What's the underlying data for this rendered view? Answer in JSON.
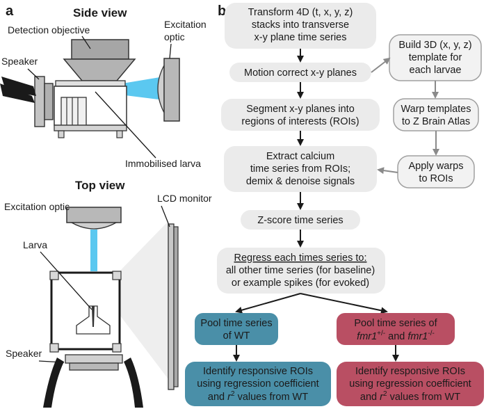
{
  "panel_a": {
    "letter": "a",
    "side_view": {
      "heading": "Side view",
      "labels": {
        "detection_objective": "Detection objective",
        "excitation_optic": [
          "Excitation",
          "optic"
        ],
        "speaker": "Speaker",
        "immobilised_larva": "Immobilised larva"
      }
    },
    "top_view": {
      "heading": "Top view",
      "labels": {
        "excitation_optic": "Excitation optic",
        "lcd_monitor": "LCD monitor",
        "larva": "Larva",
        "speaker": "Speaker"
      }
    }
  },
  "panel_b": {
    "letter": "b",
    "main_steps": [
      [
        "Transform 4D (t, x, y, z)",
        "stacks into transverse",
        "x-y plane time series"
      ],
      [
        "Motion correct x-y planes"
      ],
      [
        "Segment x-y planes into",
        "regions of interests (ROIs)"
      ],
      [
        "Extract calcium",
        "time series from ROIs;",
        "demix & denoise signals"
      ],
      [
        "Z-score time series"
      ]
    ],
    "side_steps": [
      [
        "Build 3D (x, y, z)",
        "template for",
        "each larvae"
      ],
      [
        "Warp templates",
        "to Z Brain Atlas"
      ],
      [
        "Apply warps",
        "to ROIs"
      ]
    ],
    "regress": {
      "heading": "Regress each times series to:",
      "lines": [
        "all other time series (for baseline)",
        "or example spikes (for evoked)"
      ]
    },
    "wt_branch": {
      "pool": [
        "Pool time series",
        "of WT"
      ],
      "identify": {
        "line1": "Identify responsive ROIs",
        "line2": "using regression coefficient",
        "line3_prefix": "and ",
        "line3_var": "r",
        "line3_sup": "2",
        "line3_suffix": " values from WT"
      },
      "color": "#4a8fa8"
    },
    "fmr_branch": {
      "pool_line1": "Pool time series of",
      "pool_line2": {
        "gene_a": "fmr1",
        "sup_a": "+/-",
        "mid": " and ",
        "gene_b": "fmr1",
        "sup_b": "-/-"
      },
      "identify": {
        "line1": "Identify responsive ROIs",
        "line2": "using regression coefficient",
        "line3_prefix": "and ",
        "line3_var": "r",
        "line3_sup": "2",
        "line3_suffix": " values from WT"
      },
      "color": "#b94f63"
    },
    "colors": {
      "step_fill": "#ebebeb",
      "side_fill": "#f2f2f2",
      "side_stroke": "#a0a0a0",
      "arrow": "#1a1a1a",
      "side_arrow": "#8a8a8a",
      "beam": "#5bc8f0",
      "larva_green": "#6dd26d"
    }
  }
}
